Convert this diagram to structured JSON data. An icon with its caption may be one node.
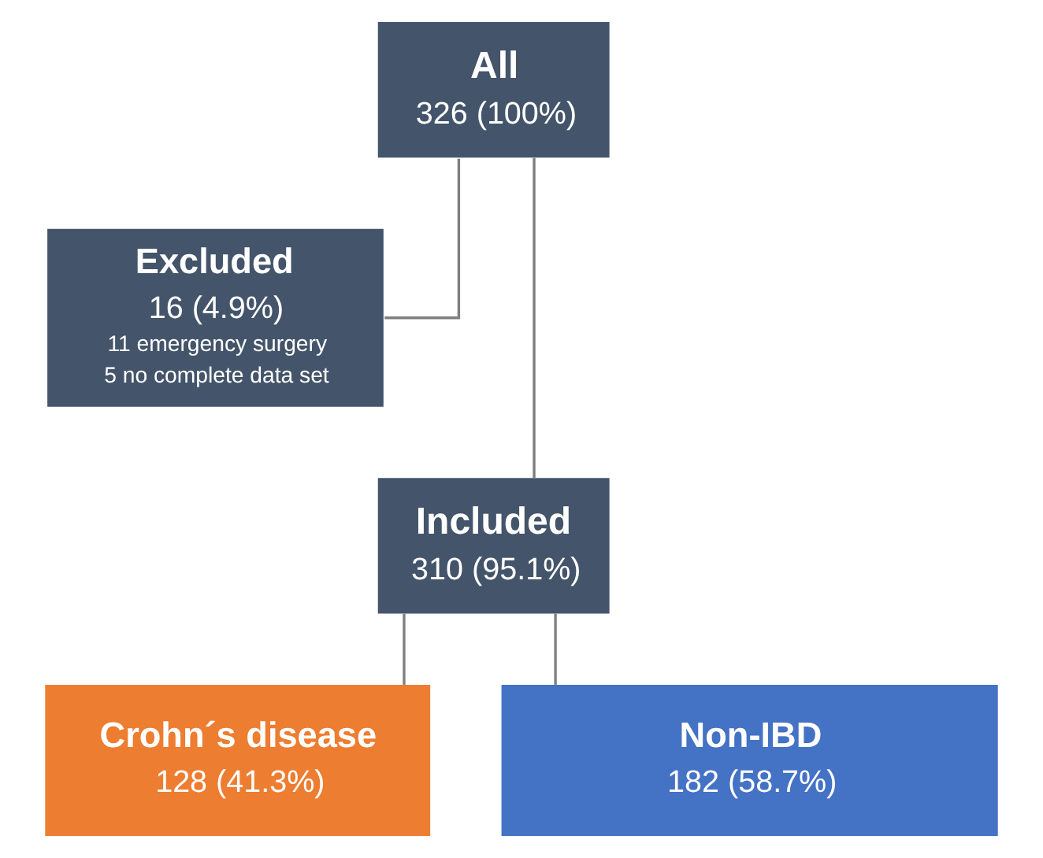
{
  "diagram": {
    "nodes": [
      {
        "text": [
          "All",
          "326 (100%)"
        ]
      },
      {
        "text": [
          "Excluded",
          "16 (4.9%)",
          "11 emergency surgery",
          "5 no complete data set"
        ]
      },
      {
        "text": [
          "Included",
          "310 (95.1%)"
        ]
      },
      {
        "text": [
          "Crohn´s disease",
          "128 (41.3%)"
        ]
      },
      {
        "text": [
          "Non-IBD",
          "182 (58.7%)"
        ]
      }
    ],
    "edges": [
      {
        "from": 0,
        "to": 1,
        "arrow": "none"
      },
      {
        "from": 0,
        "to": 2,
        "arrow": "none"
      },
      {
        "from": 2,
        "to": 3,
        "arrow": "none"
      },
      {
        "from": 2,
        "to": 4,
        "arrow": "none"
      }
    ]
  }
}
